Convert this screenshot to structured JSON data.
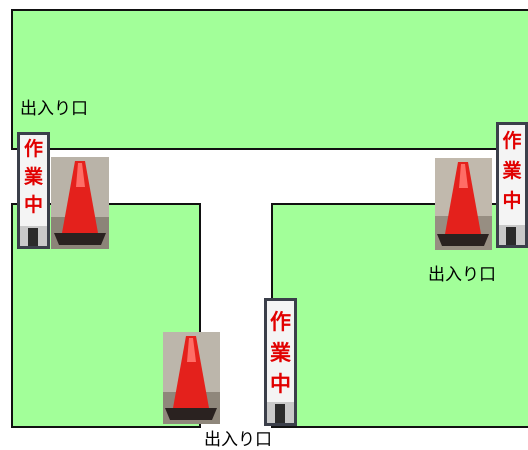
{
  "diagram": {
    "entrance_label_top_left": "出入り口",
    "entrance_label_right": "出入り口",
    "entrance_label_bottom": "出入り口",
    "sign_text": [
      "作",
      "業",
      "中"
    ],
    "colors": {
      "area_fill": "#a2ff99",
      "outline": "#111111",
      "cone": "#e4211c",
      "cone_base": "#2a2220",
      "sign_text": "#e10000"
    },
    "icons": [
      "traffic-cone-icon",
      "work-in-progress-sign-icon"
    ]
  }
}
